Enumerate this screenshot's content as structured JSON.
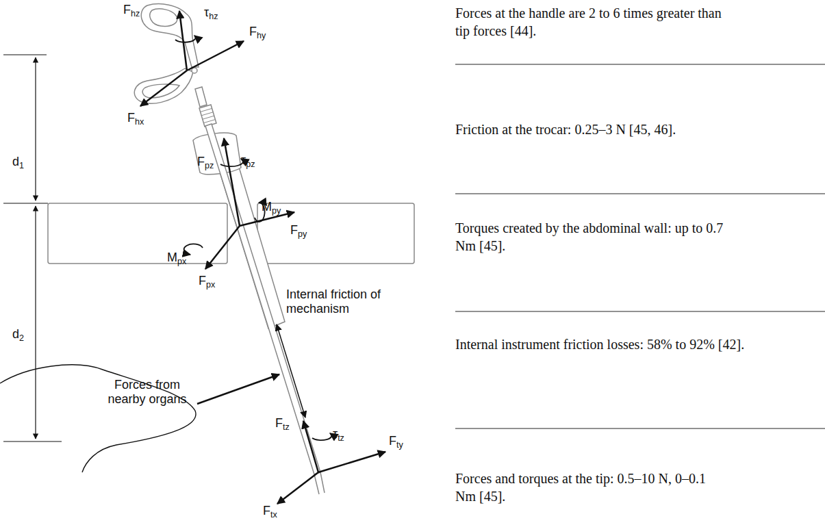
{
  "diagram": {
    "labels": [
      "Fhz",
      "τhz",
      "Fhy",
      "Fhx",
      "d1",
      "Fpz",
      "τpz",
      "Mpy",
      "Mpx",
      "Fpy",
      "Fpx",
      "d2",
      "Internal friction of mechanism",
      "Forces from nearby organs",
      "Ftz",
      "τtz",
      "Fty",
      "Ftx",
      "Forces at the handle are 2 to 6 times greater than tip forces [44].",
      "Friction at the trocar: 0.25–3 N [45, 46].",
      "Torques created by the abdominal wall: up to 0.7 Nm [45].",
      "Internal instrument friction losses: 58% to 92% [42].",
      "Forces and torques at the tip: 0.5–10 N, 0–0.1 Nm [45]."
    ]
  }
}
